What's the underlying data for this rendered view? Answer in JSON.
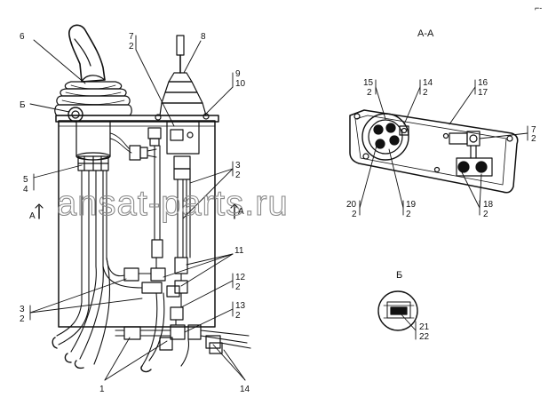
{
  "corner_mark": "⌐-",
  "section_title": "А-А",
  "detail_title": "Б",
  "watermark": "ansat-parts.ru",
  "section_markers": {
    "left": "А",
    "right": "А"
  },
  "callouts": {
    "c6": "6",
    "c7a": "7",
    "c2a": "2",
    "c8": "8",
    "c9": "9",
    "c10": "10",
    "cB": "Б",
    "c5": "5",
    "c4": "4",
    "c3a": "3",
    "c2b": "2",
    "c11": "11",
    "c3b": "3",
    "c2c": "2",
    "c12": "12",
    "c2d": "2",
    "c13": "13",
    "c2e": "2",
    "c1": "1",
    "c14": "14",
    "s15": "15",
    "s2a": "2",
    "s14": "14",
    "s2b": "2",
    "s16": "16",
    "s17": "17",
    "s7": "7",
    "s2c": "2",
    "s20": "20",
    "s2d": "2",
    "s19": "19",
    "s2e": "2",
    "s18": "18",
    "s2f": "2",
    "d21": "21",
    "d22": "22"
  }
}
